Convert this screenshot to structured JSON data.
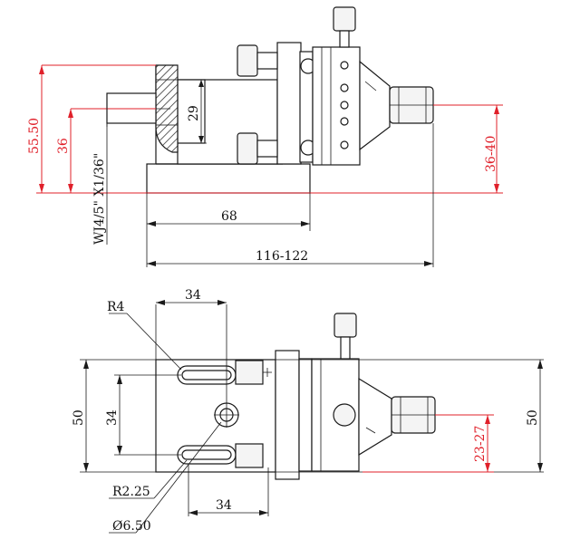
{
  "top_view": {
    "dim_height_1": "55.50",
    "dim_height_2": "36",
    "dim_thread": "WJ4/5\" X1/36\"",
    "dim_knob": "29",
    "dim_width_68": "68",
    "dim_total": "116-122",
    "dim_range": "36-40"
  },
  "bottom_view": {
    "dim_slot_pitch": "34",
    "dim_r4": "R4",
    "dim_height_left": "50",
    "dim_slot_height": "34",
    "dim_r225": "R2.25",
    "dim_hole": "Ø6.50",
    "dim_slot_pitch_bottom": "34",
    "dim_travel": "23-27",
    "dim_height_right": "50"
  },
  "colors": {
    "line": "#1a1a1a",
    "dimension_red": "#e0202a"
  }
}
